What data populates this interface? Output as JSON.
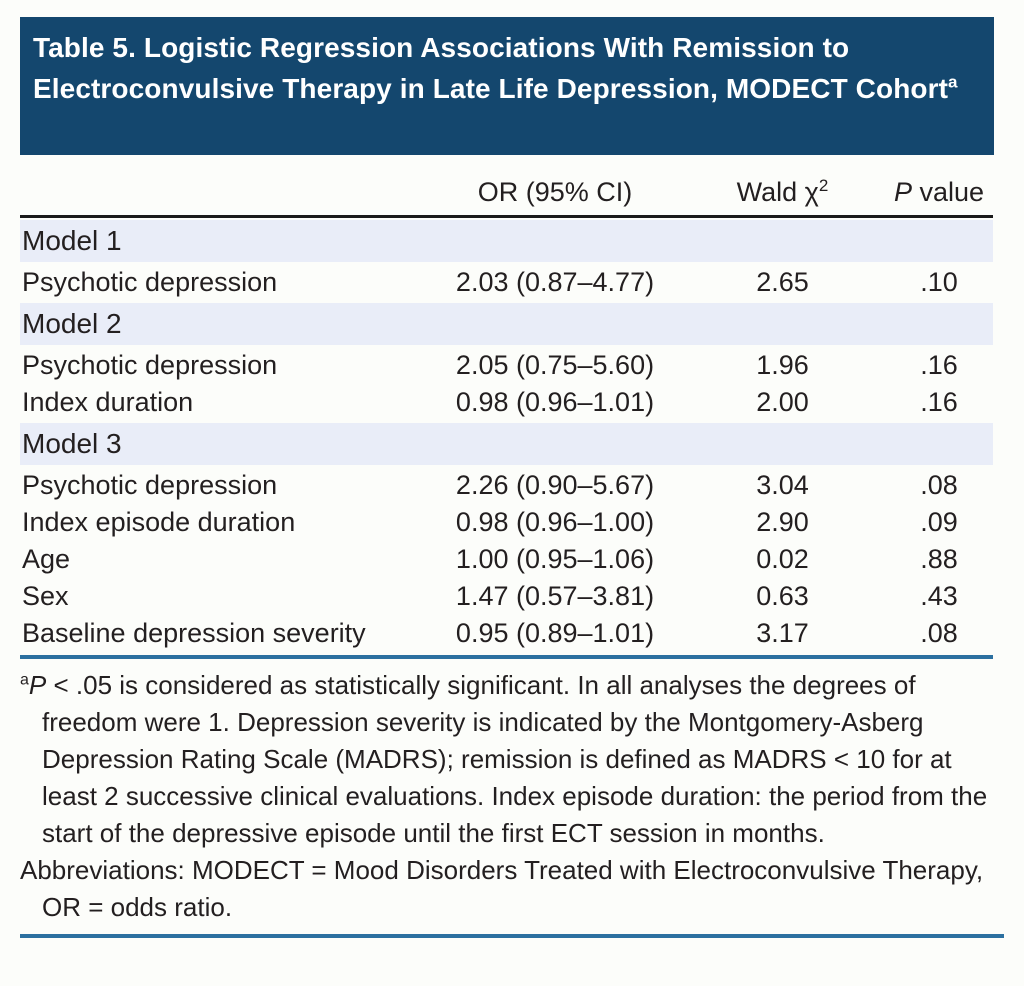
{
  "colors": {
    "title_background": "#14476e",
    "title_text": "#ffffff",
    "section_band_background": "#e9edf8",
    "header_rule": "#1a1a1a",
    "accent_rule_blue": "#2c70a0",
    "body_text": "#231f20",
    "page_background": "#fcfdfa"
  },
  "title": {
    "text": "Table 5. Logistic Regression Associations With Remission to Electroconvulsive Therapy in Late Life Depression, MODECT Cohort",
    "superscript": "a"
  },
  "table": {
    "columns": {
      "or": "OR (95% CI)",
      "wald_prefix": "Wald χ",
      "wald_sup": "2",
      "p_italic": "P",
      "p_rest": " value"
    },
    "sections": [
      {
        "label": "Model 1",
        "rows": [
          {
            "label": "Psychotic depression",
            "or": "2.03 (0.87–4.77)",
            "wald": "2.65",
            "p": ".10"
          }
        ]
      },
      {
        "label": "Model 2",
        "rows": [
          {
            "label": "Psychotic depression",
            "or": "2.05 (0.75–5.60)",
            "wald": "1.96",
            "p": ".16"
          },
          {
            "label": "Index duration",
            "or": "0.98 (0.96–1.01)",
            "wald": "2.00",
            "p": ".16"
          }
        ]
      },
      {
        "label": "Model 3",
        "rows": [
          {
            "label": "Psychotic depression",
            "or": "2.26 (0.90–5.67)",
            "wald": "3.04",
            "p": ".08"
          },
          {
            "label": "Index episode duration",
            "or": "0.98 (0.96–1.00)",
            "wald": "2.90",
            "p": ".09"
          },
          {
            "label": "Age",
            "or": "1.00 (0.95–1.06)",
            "wald": "0.02",
            "p": ".88"
          },
          {
            "label": "Sex",
            "or": "1.47 (0.57–3.81)",
            "wald": "0.63",
            "p": ".43"
          },
          {
            "label": "Baseline depression severity",
            "or": "0.95 (0.89–1.01)",
            "wald": "3.17",
            "p": ".08"
          }
        ]
      }
    ]
  },
  "footnotes": {
    "note_marker": "a",
    "note_p": "P",
    "note_text": " < .05 is considered as statistically significant. In all analyses the degrees of freedom were 1. Depression severity is indicated by the Montgomery-Asberg Depression Rating Scale (MADRS); remission is defined as MADRS < 10 for at least 2 successive clinical evaluations. Index episode duration: the period from the start of the depressive episode until the first ECT session in months.",
    "abbreviations": "Abbreviations: MODECT = Mood Disorders Treated with Electroconvulsive Therapy, OR = odds ratio."
  }
}
